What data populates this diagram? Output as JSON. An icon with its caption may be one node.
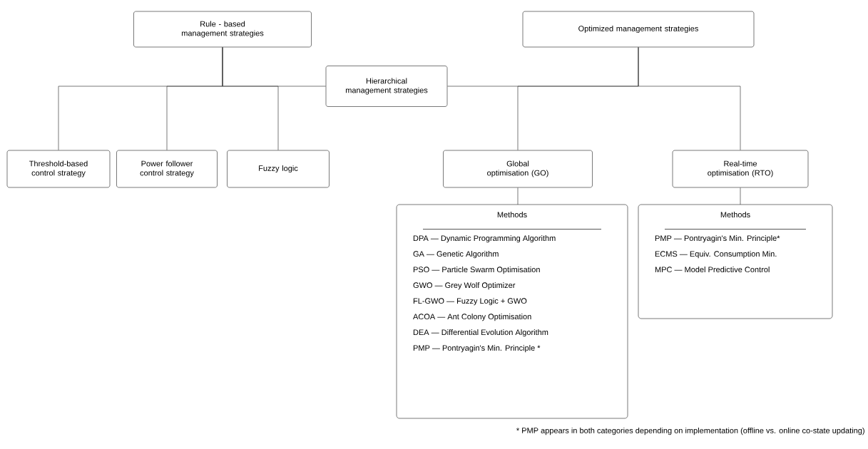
{
  "diagram": {
    "nodes": [
      {
        "text": [
          "Rule - based management strategies"
        ]
      },
      {
        "text": [
          "Optimized management strategies"
        ]
      },
      {
        "text": [
          "Hierarchical management strategies"
        ]
      },
      {
        "text": [
          "Threshold-based control strategy"
        ]
      },
      {
        "text": [
          "Power follower control strategy"
        ]
      },
      {
        "text": [
          "Fuzzy logic"
        ]
      },
      {
        "text": [
          "Global optimisation (GO)"
        ]
      },
      {
        "text": [
          "Real-time optimisation (RTO)"
        ]
      },
      {
        "text": [
          "Methods",
          "DPA — Dynamic Programming Algorithm",
          "GA — Genetic Algorithm",
          "PSO — Particle Swarm Optimisation",
          "GWO — Grey Wolf Optimizer",
          "FL-GWO — Fuzzy Logic + GWO",
          "ACOA — Ant Colony Optimisation",
          "DEA — Differential Evolution Algorithm",
          "PMP — Pontryagin's Min. Principle *"
        ]
      },
      {
        "text": [
          "Methods",
          "PMP — Pontryagin's Min. Principle*",
          "ECMS — Equiv. Consumption Min.",
          "MPC — Model Predictive Control"
        ]
      }
    ],
    "edges": [
      {
        "from": 0,
        "to": 3,
        "arrow": "none"
      },
      {
        "from": 0,
        "to": 4,
        "arrow": "none"
      },
      {
        "from": 0,
        "to": 5,
        "arrow": "none"
      },
      {
        "from": 0,
        "to": 2,
        "arrow": "none"
      },
      {
        "from": 1,
        "to": 2,
        "arrow": "none"
      },
      {
        "from": 1,
        "to": 6,
        "arrow": "none"
      },
      {
        "from": 1,
        "to": 7,
        "arrow": "none"
      },
      {
        "from": 6,
        "to": 8,
        "arrow": "none"
      },
      {
        "from": 7,
        "to": 9,
        "arrow": "none"
      }
    ],
    "labels": [
      "* PMP appears in both categories depending on implementation (offline vs. online co-state updating)"
    ]
  }
}
